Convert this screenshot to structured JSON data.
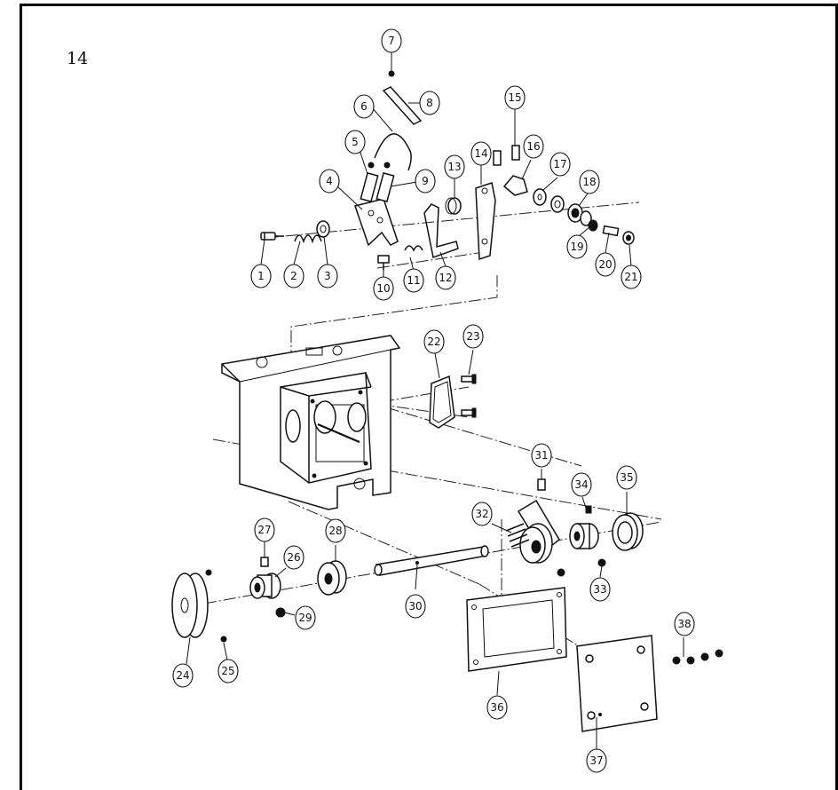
{
  "page_number": "14",
  "callouts": [
    {
      "label": "1"
    },
    {
      "label": "2"
    },
    {
      "label": "3"
    },
    {
      "label": "4"
    },
    {
      "label": "5"
    },
    {
      "label": "6"
    },
    {
      "label": "7"
    },
    {
      "label": "8"
    },
    {
      "label": "9"
    },
    {
      "label": "10"
    },
    {
      "label": "11"
    },
    {
      "label": "12"
    },
    {
      "label": "13"
    },
    {
      "label": "14"
    },
    {
      "label": "15"
    },
    {
      "label": "16"
    },
    {
      "label": "17"
    },
    {
      "label": "18"
    },
    {
      "label": "19"
    },
    {
      "label": "20"
    },
    {
      "label": "21"
    },
    {
      "label": "22"
    },
    {
      "label": "23"
    },
    {
      "label": "24"
    },
    {
      "label": "25"
    },
    {
      "label": "26"
    },
    {
      "label": "27"
    },
    {
      "label": "28"
    },
    {
      "label": "29"
    },
    {
      "label": "30"
    },
    {
      "label": "31"
    },
    {
      "label": "32"
    },
    {
      "label": "33"
    },
    {
      "label": "34"
    },
    {
      "label": "35"
    },
    {
      "label": "36"
    },
    {
      "label": "37"
    },
    {
      "label": "38"
    }
  ]
}
